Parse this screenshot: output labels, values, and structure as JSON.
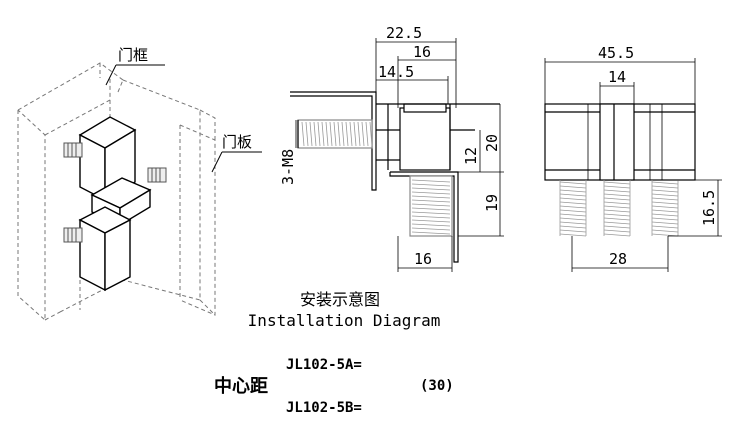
{
  "labels": {
    "door_frame": "门框",
    "door_panel": "门板"
  },
  "caption": {
    "chinese": "安装示意图",
    "english": "Installation Diagram"
  },
  "models": {
    "a": "JL102-5A=",
    "b": "JL102-5B="
  },
  "center_distance": {
    "label": "中心距",
    "value": "(30)"
  },
  "side_view_dims": {
    "overall_width": "22.5",
    "width_16_top": "16",
    "width_14_5": "14.5",
    "screw_thread": "3-M8",
    "height_12": "12",
    "height_20": "20",
    "height_19": "19",
    "width_16_bottom": "16"
  },
  "front_view_dims": {
    "overall_width": "45.5",
    "center_block": "14",
    "screw_length": "16.5",
    "screw_spacing": "28"
  }
}
